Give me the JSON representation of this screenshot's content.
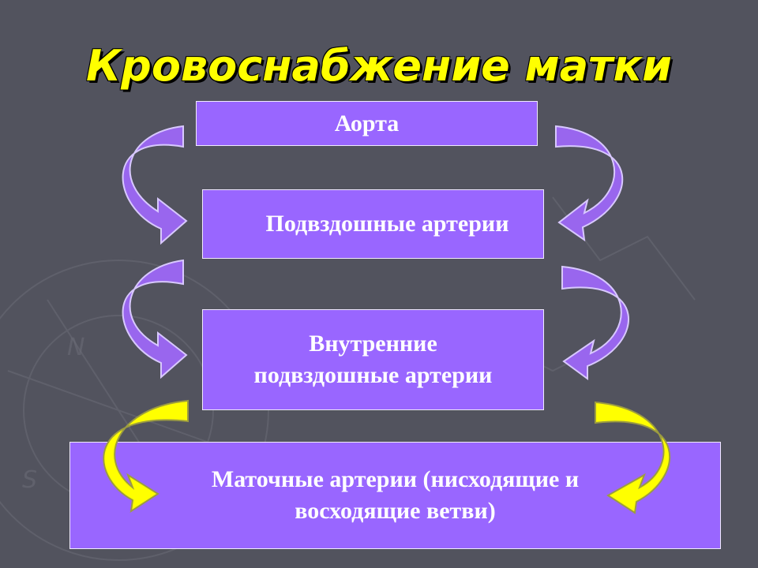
{
  "title": "Кровоснабжение матки",
  "nodes": {
    "aorta": "Аорта",
    "iliac": "Подвздошные артерии",
    "internal_iliac": [
      "Внутренние",
      "подвздошные артерии"
    ],
    "uterine": [
      "Маточные артерии (нисходящие и",
      "восходящие ветви)"
    ]
  },
  "colors": {
    "background": "#52535e",
    "box_fill": "#9966ff",
    "box_border": "#f0eaff",
    "arrow_purple": "#9966ee",
    "arrow_yellow": "#ffff00",
    "title": "#ffff00"
  }
}
